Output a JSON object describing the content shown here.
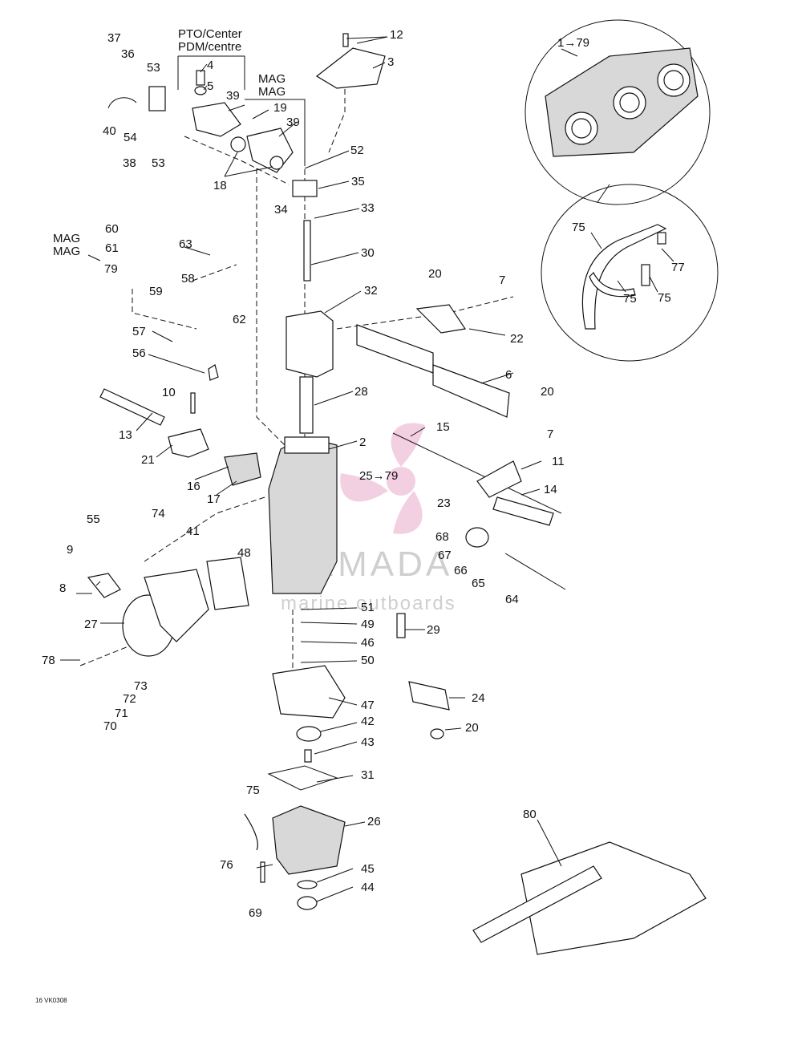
{
  "headers": {
    "pto_line1": "PTO/Center",
    "pto_line2": "PDM/centre",
    "mag_line1": "MAG",
    "mag_line2": "MAG",
    "mag_left_line1": "MAG",
    "mag_left_line2": "MAG"
  },
  "callouts": {
    "c1_79": "1→79",
    "c2": "2",
    "c3": "3",
    "c4": "4",
    "c5": "5",
    "c6": "6",
    "c7a": "7",
    "c7b": "7",
    "c8": "8",
    "c9": "9",
    "c10": "10",
    "c11": "11",
    "c12": "12",
    "c13": "13",
    "c14": "14",
    "c15": "15",
    "c16": "16",
    "c17": "17",
    "c18": "18",
    "c19": "19",
    "c20a": "20",
    "c20b": "20",
    "c20c": "20",
    "c21": "21",
    "c22": "22",
    "c23": "23",
    "c24": "24",
    "c25_79": "25→79",
    "c26": "26",
    "c27": "27",
    "c28": "28",
    "c29": "29",
    "c30": "30",
    "c31": "31",
    "c32": "32",
    "c33": "33",
    "c34": "34",
    "c35": "35",
    "c36": "36",
    "c37": "37",
    "c38": "38",
    "c39a": "39",
    "c39b": "39",
    "c40": "40",
    "c41": "41",
    "c42": "42",
    "c43": "43",
    "c44": "44",
    "c45": "45",
    "c46": "46",
    "c47": "47",
    "c48": "48",
    "c49": "49",
    "c50": "50",
    "c51": "51",
    "c52": "52",
    "c53a": "53",
    "c53b": "53",
    "c54": "54",
    "c55": "55",
    "c56": "56",
    "c57": "57",
    "c58": "58",
    "c59": "59",
    "c60": "60",
    "c61": "61",
    "c62": "62",
    "c63": "63",
    "c64": "64",
    "c65": "65",
    "c66": "66",
    "c67": "67",
    "c68": "68",
    "c69": "69",
    "c70": "70",
    "c71": "71",
    "c72": "72",
    "c73": "73",
    "c74": "74",
    "c75a": "75",
    "c75b": "75",
    "c75c": "75",
    "c75d": "75",
    "c76": "76",
    "c77": "77",
    "c78": "78",
    "c79": "79",
    "c80": "80"
  },
  "footer": {
    "code": "16 VK0308"
  },
  "watermark": {
    "brand": "ARMADA",
    "tagline": "marine outboards",
    "logo_color": "#e9a9c9"
  }
}
